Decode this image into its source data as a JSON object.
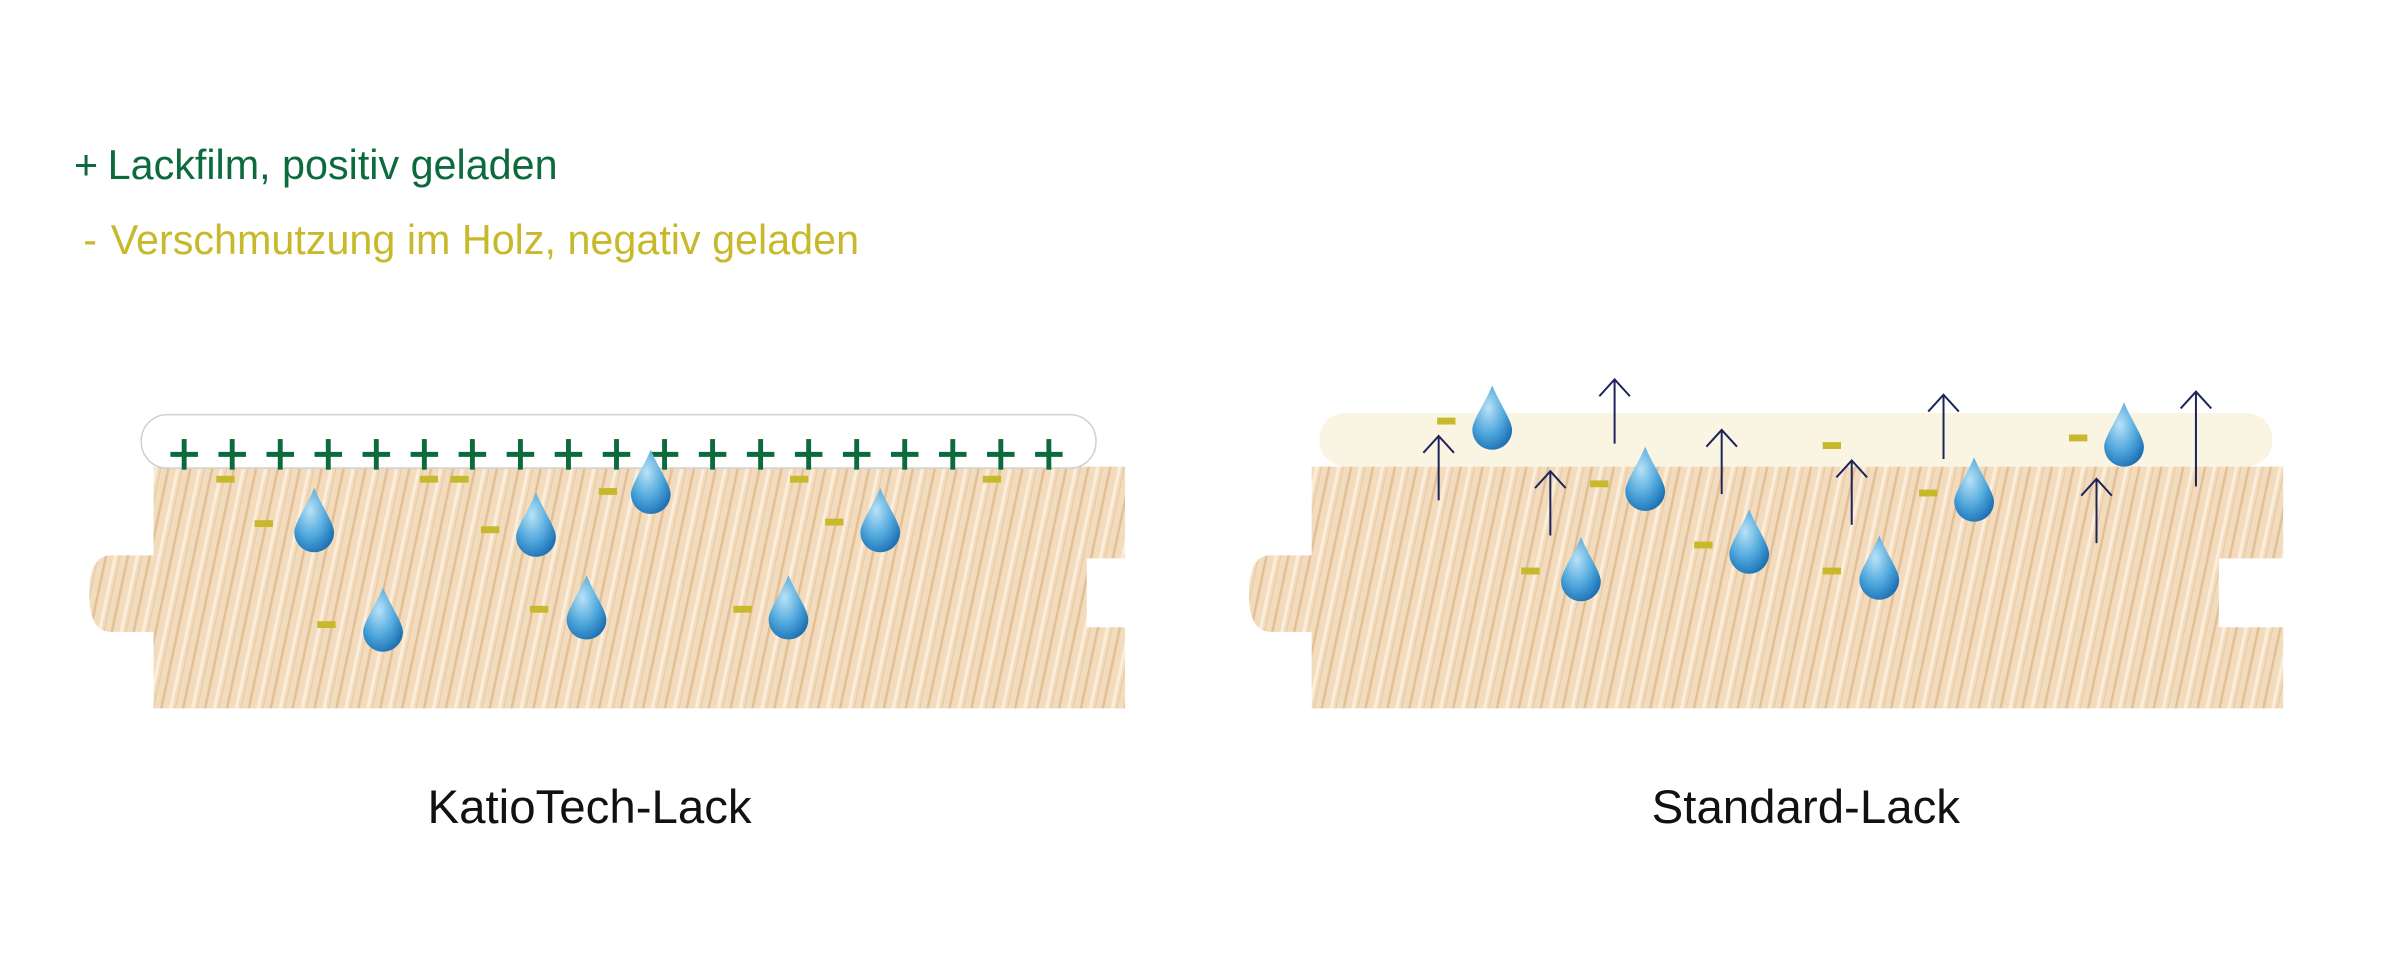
{
  "legend": {
    "positive_symbol": "+",
    "positive_text": "Lackfilm, positiv geladen",
    "negative_symbol": "-",
    "negative_text": "Verschmutzung im Holz, negativ geladen"
  },
  "panels": {
    "left_label": "KatioTech-Lack",
    "right_label": "Standard-Lack"
  },
  "colors": {
    "positive": "#0b6b3c",
    "negative": "#c8b92c",
    "arrow": "#1c2459",
    "wood": "#f1d9b8",
    "standard_coating": "#faf4e3"
  }
}
